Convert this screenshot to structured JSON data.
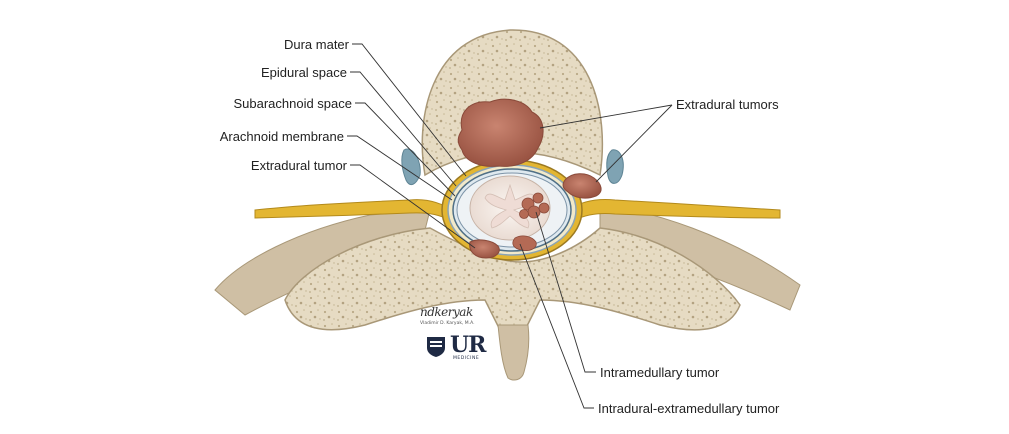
{
  "labels": {
    "dura_mater": "Dura mater",
    "epidural_space": "Epidural space",
    "subarachnoid_space": "Subarachnoid space",
    "arachnoid_membrane": "Arachnoid membrane",
    "extradural_tumor": "Extradural tumor",
    "extradural_tumors": "Extradural tumors",
    "intramedullary_tumor": "Intramedullary tumor",
    "intradural_extramedullary_tumor": "Intradural-extramedullary tumor"
  },
  "credit": {
    "signature": "ndkeryak",
    "signature_caption": "Vladimir D. Karyak, M.A.",
    "logo_text": "UR",
    "logo_subtext": "MEDICINE"
  },
  "colors": {
    "bone": "#e6dbc3",
    "bone_edge": "#b8a98a",
    "nerve": "#e3b632",
    "tumor": "#b46a55",
    "cord": "#f3ebe6",
    "soft_tissue": "#cfbfa4",
    "blue_membrane": "#7fa3b3"
  }
}
